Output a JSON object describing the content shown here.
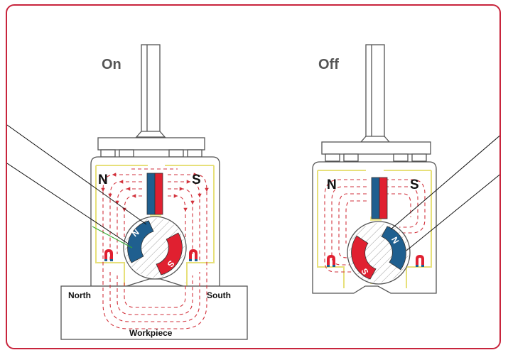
{
  "diagram": {
    "on_panel": {
      "state_label": "On",
      "pole_left": "N",
      "pole_right": "S",
      "rotor_label_blue": "N",
      "rotor_label_red": "S",
      "north_label": "North",
      "south_label": "South",
      "workpiece_label": "Workpiece"
    },
    "off_panel": {
      "state_label": "Off",
      "pole_left": "N",
      "pole_right": "S",
      "rotor_label_blue": "N",
      "rotor_label_red": "S"
    },
    "colors": {
      "frame_border": "#c8243c",
      "magnet_red": "#e02030",
      "magnet_blue": "#1f5f8f",
      "flux_line": "#d2323c",
      "pole_piece": "#f2ee9a"
    }
  }
}
